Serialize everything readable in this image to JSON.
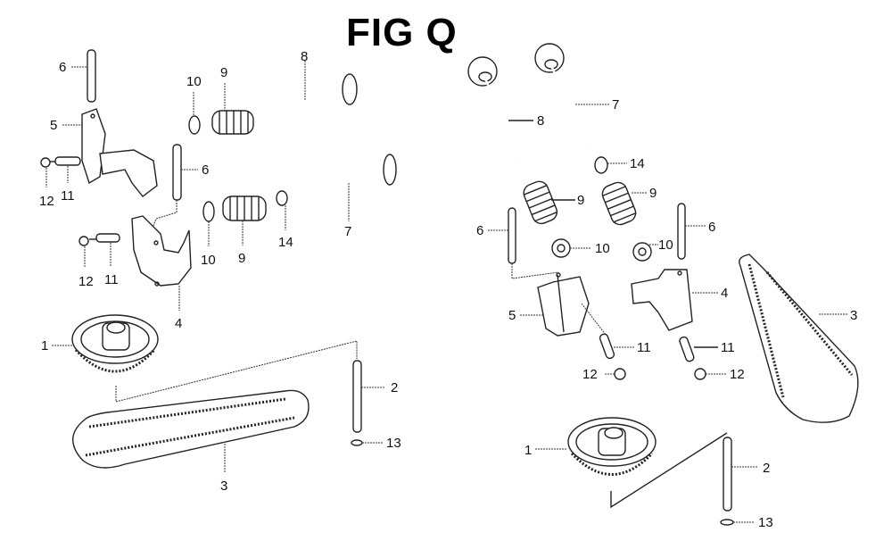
{
  "title": "FIG Q",
  "left_assembly": {
    "labels": [
      {
        "id": "L6a",
        "text": "6"
      },
      {
        "id": "L5",
        "text": "5"
      },
      {
        "id": "L12a",
        "text": "12"
      },
      {
        "id": "L11a",
        "text": "11"
      },
      {
        "id": "L10a",
        "text": "10"
      },
      {
        "id": "L9a",
        "text": "9"
      },
      {
        "id": "L8",
        "text": "8"
      },
      {
        "id": "L6b",
        "text": "6"
      },
      {
        "id": "L12b",
        "text": "12"
      },
      {
        "id": "L11b",
        "text": "11"
      },
      {
        "id": "L10b",
        "text": "10"
      },
      {
        "id": "L9b",
        "text": "9"
      },
      {
        "id": "L14",
        "text": "14"
      },
      {
        "id": "L7",
        "text": "7"
      },
      {
        "id": "L4",
        "text": "4"
      },
      {
        "id": "L1",
        "text": "1"
      },
      {
        "id": "L2",
        "text": "2"
      },
      {
        "id": "L13",
        "text": "13"
      },
      {
        "id": "L3",
        "text": "3"
      }
    ]
  },
  "right_assembly": {
    "labels": [
      {
        "id": "R8",
        "text": "8"
      },
      {
        "id": "R7",
        "text": "7"
      },
      {
        "id": "R14",
        "text": "14"
      },
      {
        "id": "R9a",
        "text": "9"
      },
      {
        "id": "R9b",
        "text": "9"
      },
      {
        "id": "R6a",
        "text": "6"
      },
      {
        "id": "R10a",
        "text": "10"
      },
      {
        "id": "R10b",
        "text": "10"
      },
      {
        "id": "R6b",
        "text": "6"
      },
      {
        "id": "R5",
        "text": "5"
      },
      {
        "id": "R4",
        "text": "4"
      },
      {
        "id": "R3",
        "text": "3"
      },
      {
        "id": "R11a",
        "text": "11"
      },
      {
        "id": "R11b",
        "text": "11"
      },
      {
        "id": "R12a",
        "text": "12"
      },
      {
        "id": "R12b",
        "text": "12"
      },
      {
        "id": "R1",
        "text": "1"
      },
      {
        "id": "R2",
        "text": "2"
      },
      {
        "id": "R13",
        "text": "13"
      }
    ]
  }
}
